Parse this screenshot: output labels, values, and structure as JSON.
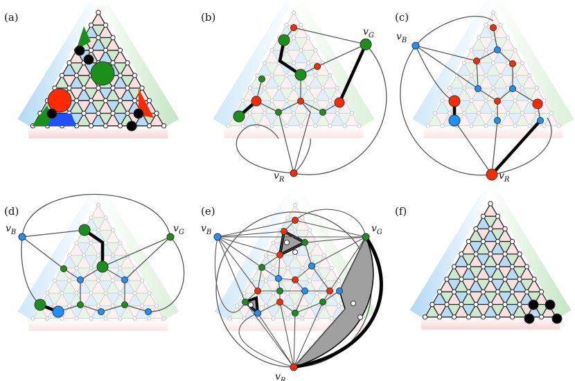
{
  "panels": [
    {
      "id": "a",
      "label": "(a)"
    },
    {
      "id": "b",
      "label": "(b)"
    },
    {
      "id": "c",
      "label": "(c)"
    },
    {
      "id": "d",
      "label": "(d)"
    },
    {
      "id": "e",
      "label": "(e)"
    },
    {
      "id": "f",
      "label": "(f)"
    }
  ],
  "vertex_labels": {
    "v": "v",
    "G": "G",
    "B": "B",
    "R": "R"
  },
  "colors": {
    "blue_region": "#a9d4f2",
    "green_region": "#bfe3bf",
    "pink_region": "#f7d0d0",
    "blue_cell": "#b9dcf6",
    "green_cell": "#cfe9cf",
    "pink_cell": "#fbe0e0",
    "red_vertex": "#ff2a00",
    "green_vertex": "#1a8f1a",
    "blue_vertex": "#1e90ff",
    "edge": "#555555",
    "shade": "#a0a0a0"
  }
}
